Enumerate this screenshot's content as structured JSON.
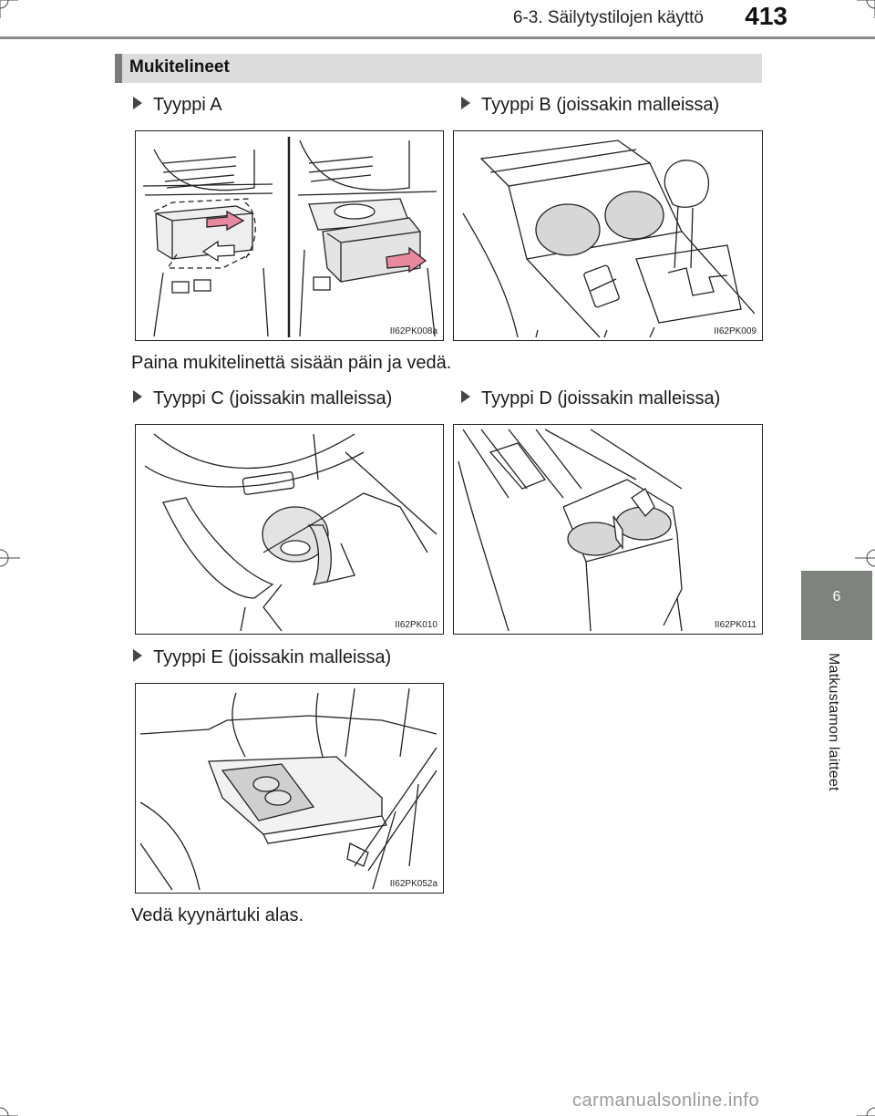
{
  "header": {
    "section": "6-3. Säilytystilojen käyttö",
    "page_number": "413"
  },
  "section_title": "Mukitelineet",
  "types": {
    "a": {
      "label": "Tyyppi A",
      "code": "II62PK008a"
    },
    "b": {
      "label": "Tyyppi B (joissakin malleissa)",
      "code": "II62PK009"
    },
    "c": {
      "label": "Tyyppi C (joissakin malleissa)",
      "code": "II62PK010"
    },
    "d": {
      "label": "Tyyppi D (joissakin malleissa)",
      "code": "II62PK011"
    },
    "e": {
      "label": "Tyyppi E (joissakin malleissa)",
      "code": "II62PK052a"
    }
  },
  "instruction_a": "Paina mukitelinettä sisään päin ja vedä.",
  "instruction_e": "Vedä kyynärtuki alas.",
  "side_tab": {
    "chapter_number": "6",
    "chapter_title": "Matkustamon laitteet"
  },
  "watermark": "carmanualsonline.info",
  "colors": {
    "arrow_pink": "#e8899f",
    "gray_fill": "#d7d7d7",
    "tab_gray": "#7e837e"
  }
}
